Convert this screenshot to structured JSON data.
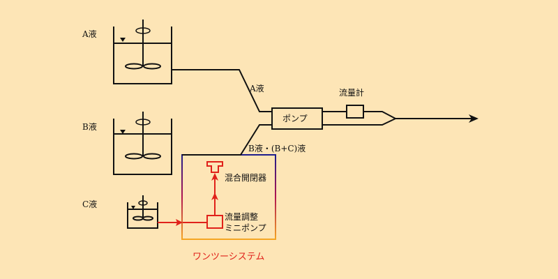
{
  "labels": {
    "tank_a": "A液",
    "tank_b": "B液",
    "tank_c": "C液",
    "line_a": "A液",
    "line_b": "B液・(B+C)液",
    "pump": "ポンプ",
    "flowmeter": "流量計",
    "mixer": "混合開閉器",
    "mini_pump_line1": "流量調整",
    "mini_pump_line2": "ミニポンプ",
    "system": "ワンツーシステム"
  },
  "colors": {
    "background": "#fde5b6",
    "line": "#111111",
    "red": "#e0211a",
    "frame_top": "#1c1c8c",
    "frame_bottom": "#f5a623"
  }
}
